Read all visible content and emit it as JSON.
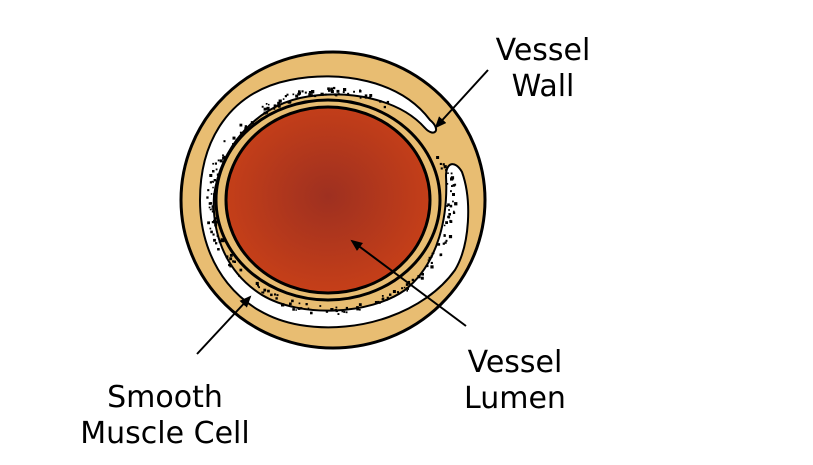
{
  "labels": {
    "vessel_wall": {
      "line1": "Vessel",
      "line2": "Wall"
    },
    "vessel_lumen": {
      "line1": "Vessel",
      "line2": "Lumen"
    },
    "smooth_muscle_cell": {
      "line1": "Smooth",
      "line2": "Muscle Cell"
    }
  },
  "colors": {
    "wall": "#e8bd72",
    "outline": "#000000",
    "lumen_center": "#9e3020",
    "lumen_edge": "#c84018",
    "muscle_layer": "#ffffff",
    "muscle_dots": "#000000",
    "background": "#ffffff"
  }
}
